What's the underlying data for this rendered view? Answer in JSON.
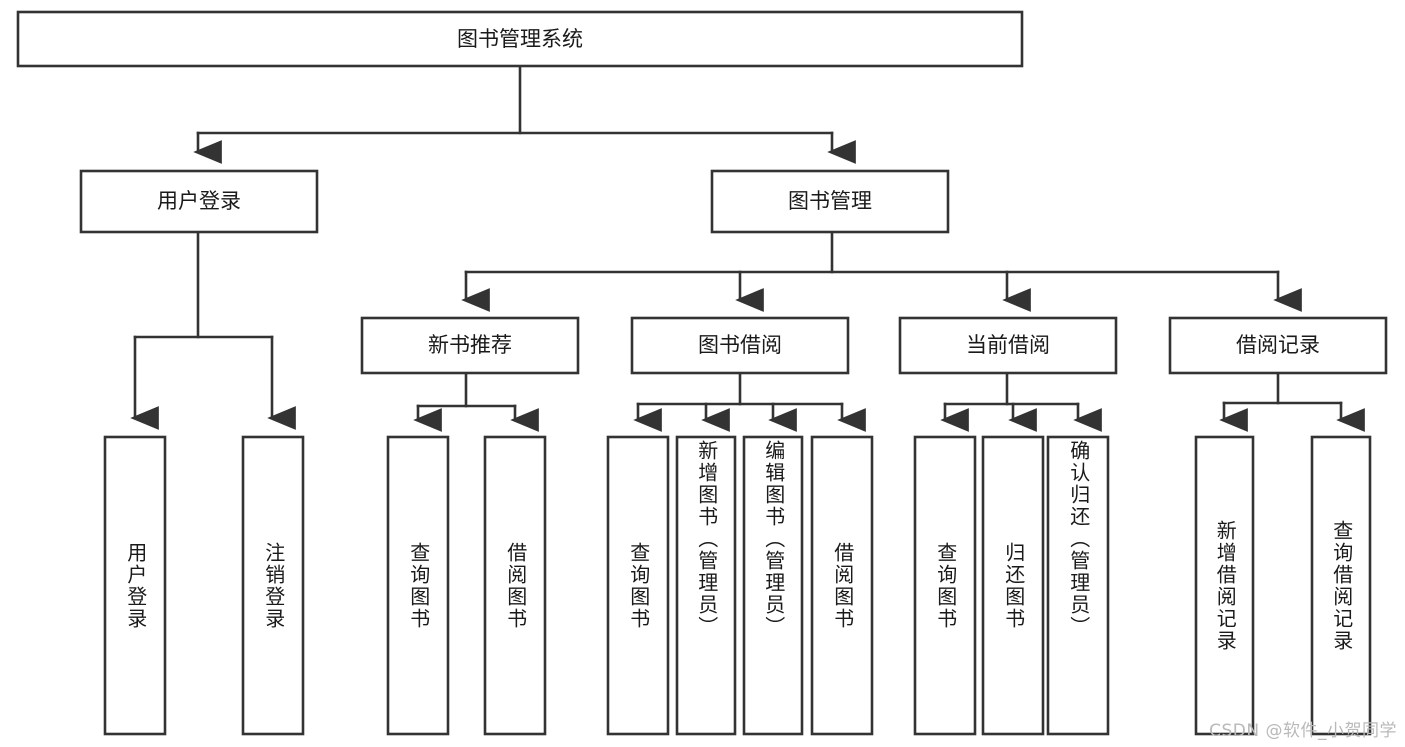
{
  "diagram": {
    "type": "tree",
    "title": "图书管理系统",
    "root": {
      "id": "root",
      "label": "图书管理系统"
    },
    "level2": [
      {
        "id": "user-login",
        "label": "用户登录"
      },
      {
        "id": "book-manage",
        "label": "图书管理"
      }
    ],
    "level3": [
      {
        "id": "new-book-rec",
        "label": "新书推荐",
        "parent": "book-manage"
      },
      {
        "id": "book-borrow",
        "label": "图书借阅",
        "parent": "book-manage"
      },
      {
        "id": "current-borrow",
        "label": "当前借阅",
        "parent": "book-manage"
      },
      {
        "id": "borrow-record",
        "label": "借阅记录",
        "parent": "book-manage"
      }
    ],
    "leaves": [
      {
        "id": "leaf-user-login",
        "label": "用户登录",
        "parent": "user-login"
      },
      {
        "id": "leaf-logout-login",
        "label": "注销登录",
        "parent": "user-login"
      },
      {
        "id": "leaf-query-book-1",
        "label": "查询图书",
        "parent": "new-book-rec"
      },
      {
        "id": "leaf-borrow-book-1",
        "label": "借阅图书",
        "parent": "new-book-rec"
      },
      {
        "id": "leaf-query-book-2",
        "label": "查询图书",
        "parent": "book-borrow"
      },
      {
        "id": "leaf-add-book",
        "label": "新增图书（管理员）",
        "parent": "book-borrow"
      },
      {
        "id": "leaf-edit-book",
        "label": "编辑图书（管理员）",
        "parent": "book-borrow"
      },
      {
        "id": "leaf-borrow-book-2",
        "label": "借阅图书",
        "parent": "book-borrow"
      },
      {
        "id": "leaf-query-book-3",
        "label": "查询图书",
        "parent": "current-borrow"
      },
      {
        "id": "leaf-return-book",
        "label": "归还图书",
        "parent": "current-borrow"
      },
      {
        "id": "leaf-confirm-return",
        "label": "确认归还（管理员）",
        "parent": "current-borrow"
      },
      {
        "id": "leaf-add-record",
        "label": "新增借阅记录",
        "parent": "borrow-record"
      },
      {
        "id": "leaf-query-record",
        "label": "查询借阅记录",
        "parent": "borrow-record"
      }
    ],
    "colors": {
      "background": "#ffffff",
      "box_fill": "#ffffff",
      "box_stroke": "#333333",
      "text": "#1a1a1a",
      "watermark": "#b9b9b9"
    }
  },
  "watermark": {
    "text": "CSDN @软件_小贺同学"
  }
}
